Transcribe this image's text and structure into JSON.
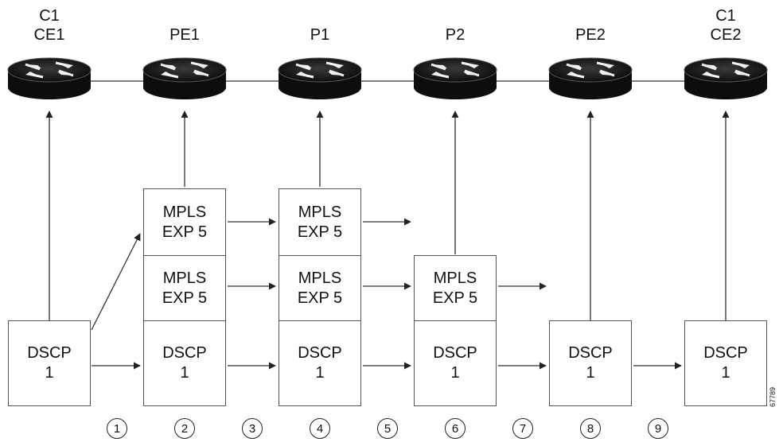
{
  "colors": {
    "line": "#333333",
    "box_border": "#555555",
    "router_body": "#111111"
  },
  "routers": [
    {
      "id": "ce1",
      "lines": [
        "C1",
        "CE1"
      ]
    },
    {
      "id": "pe1",
      "lines": [
        "PE1"
      ]
    },
    {
      "id": "p1",
      "lines": [
        "P1"
      ]
    },
    {
      "id": "p2",
      "lines": [
        "P2"
      ]
    },
    {
      "id": "pe2",
      "lines": [
        "PE2"
      ]
    },
    {
      "id": "ce2",
      "lines": [
        "C1",
        "CE2"
      ]
    }
  ],
  "boxes": {
    "mpls": [
      "MPLS",
      "EXP 5"
    ],
    "dscp": [
      "DSCP",
      "1"
    ]
  },
  "steps": [
    "1",
    "2",
    "3",
    "4",
    "5",
    "6",
    "7",
    "8",
    "9"
  ],
  "figure_number": "67789"
}
